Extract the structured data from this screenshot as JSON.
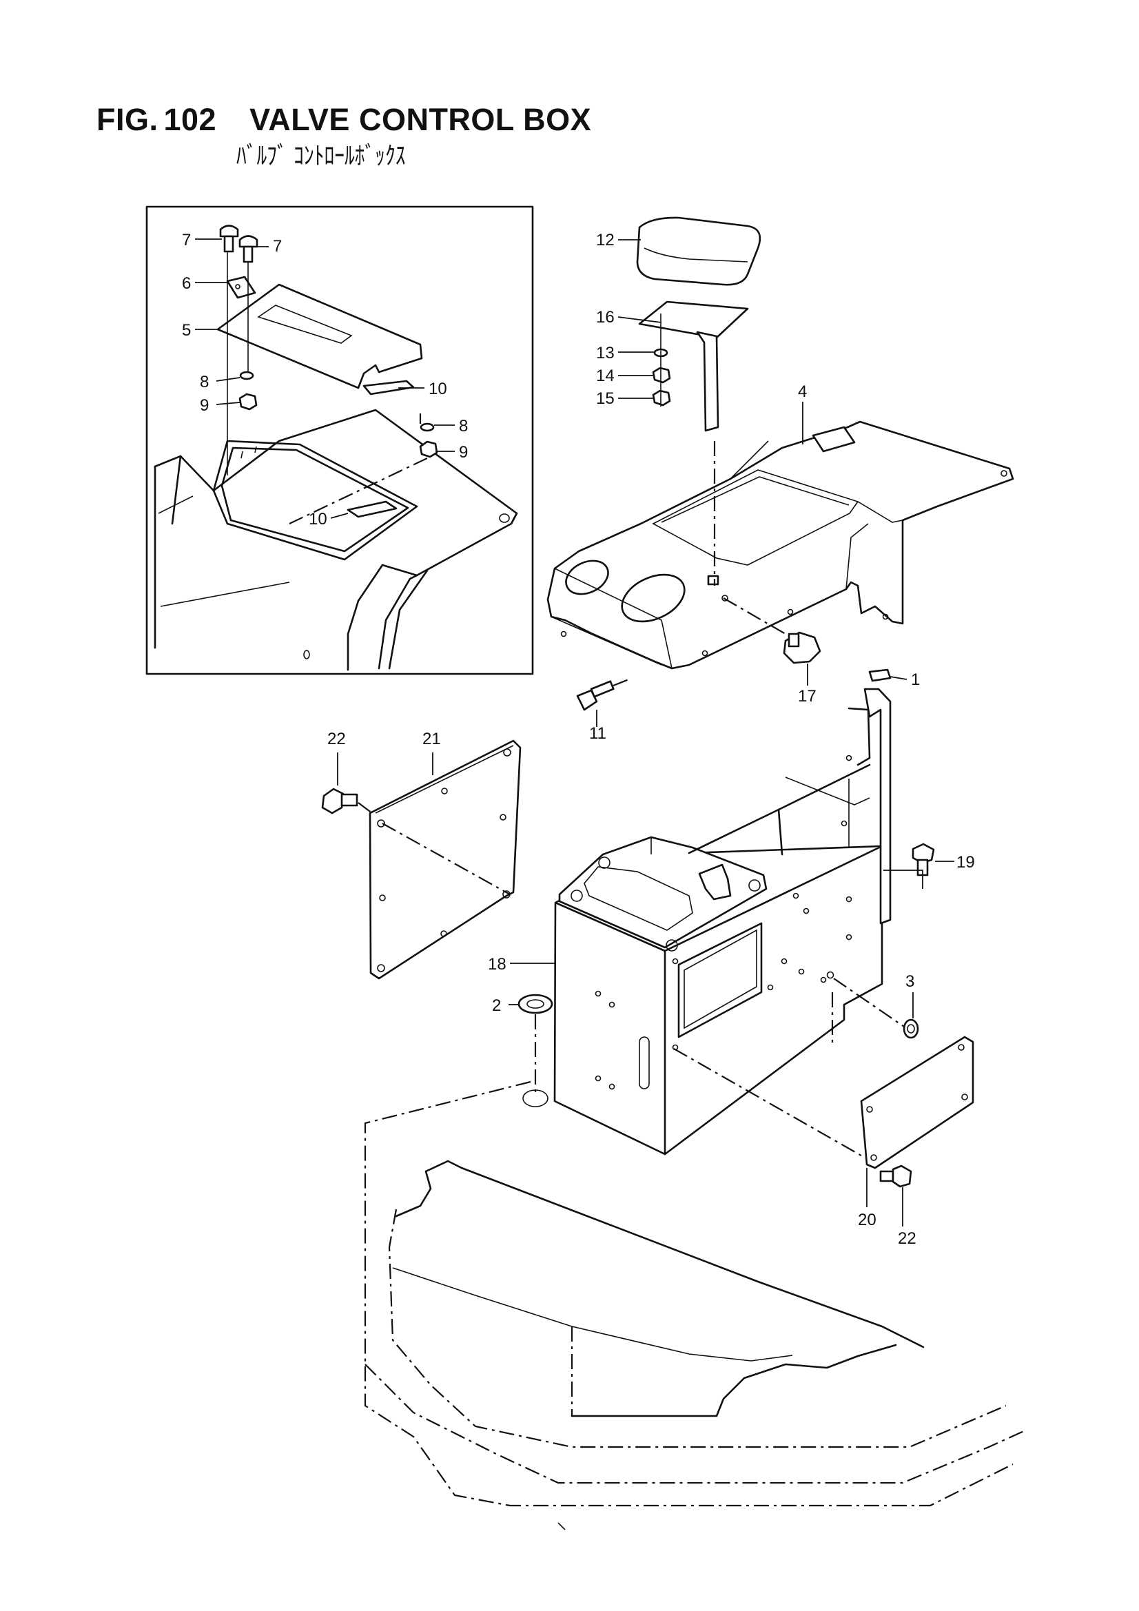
{
  "header": {
    "fig_label": "FIG.",
    "fig_number": "102",
    "title": "VALVE CONTROL BOX",
    "subtitle": "ﾊﾞﾙﾌﾞ ｺﾝﾄﾛｰﾙﾎﾞｯｸｽ"
  },
  "callouts": {
    "inset": [
      "7",
      "7",
      "6",
      "5",
      "8",
      "9",
      "10",
      "8",
      "9",
      "10"
    ],
    "cover": [
      "12",
      "16",
      "13",
      "14",
      "15",
      "4",
      "17",
      "11",
      "1"
    ],
    "box": [
      "22",
      "21",
      "19",
      "18",
      "3",
      "2",
      "20",
      "22"
    ]
  }
}
